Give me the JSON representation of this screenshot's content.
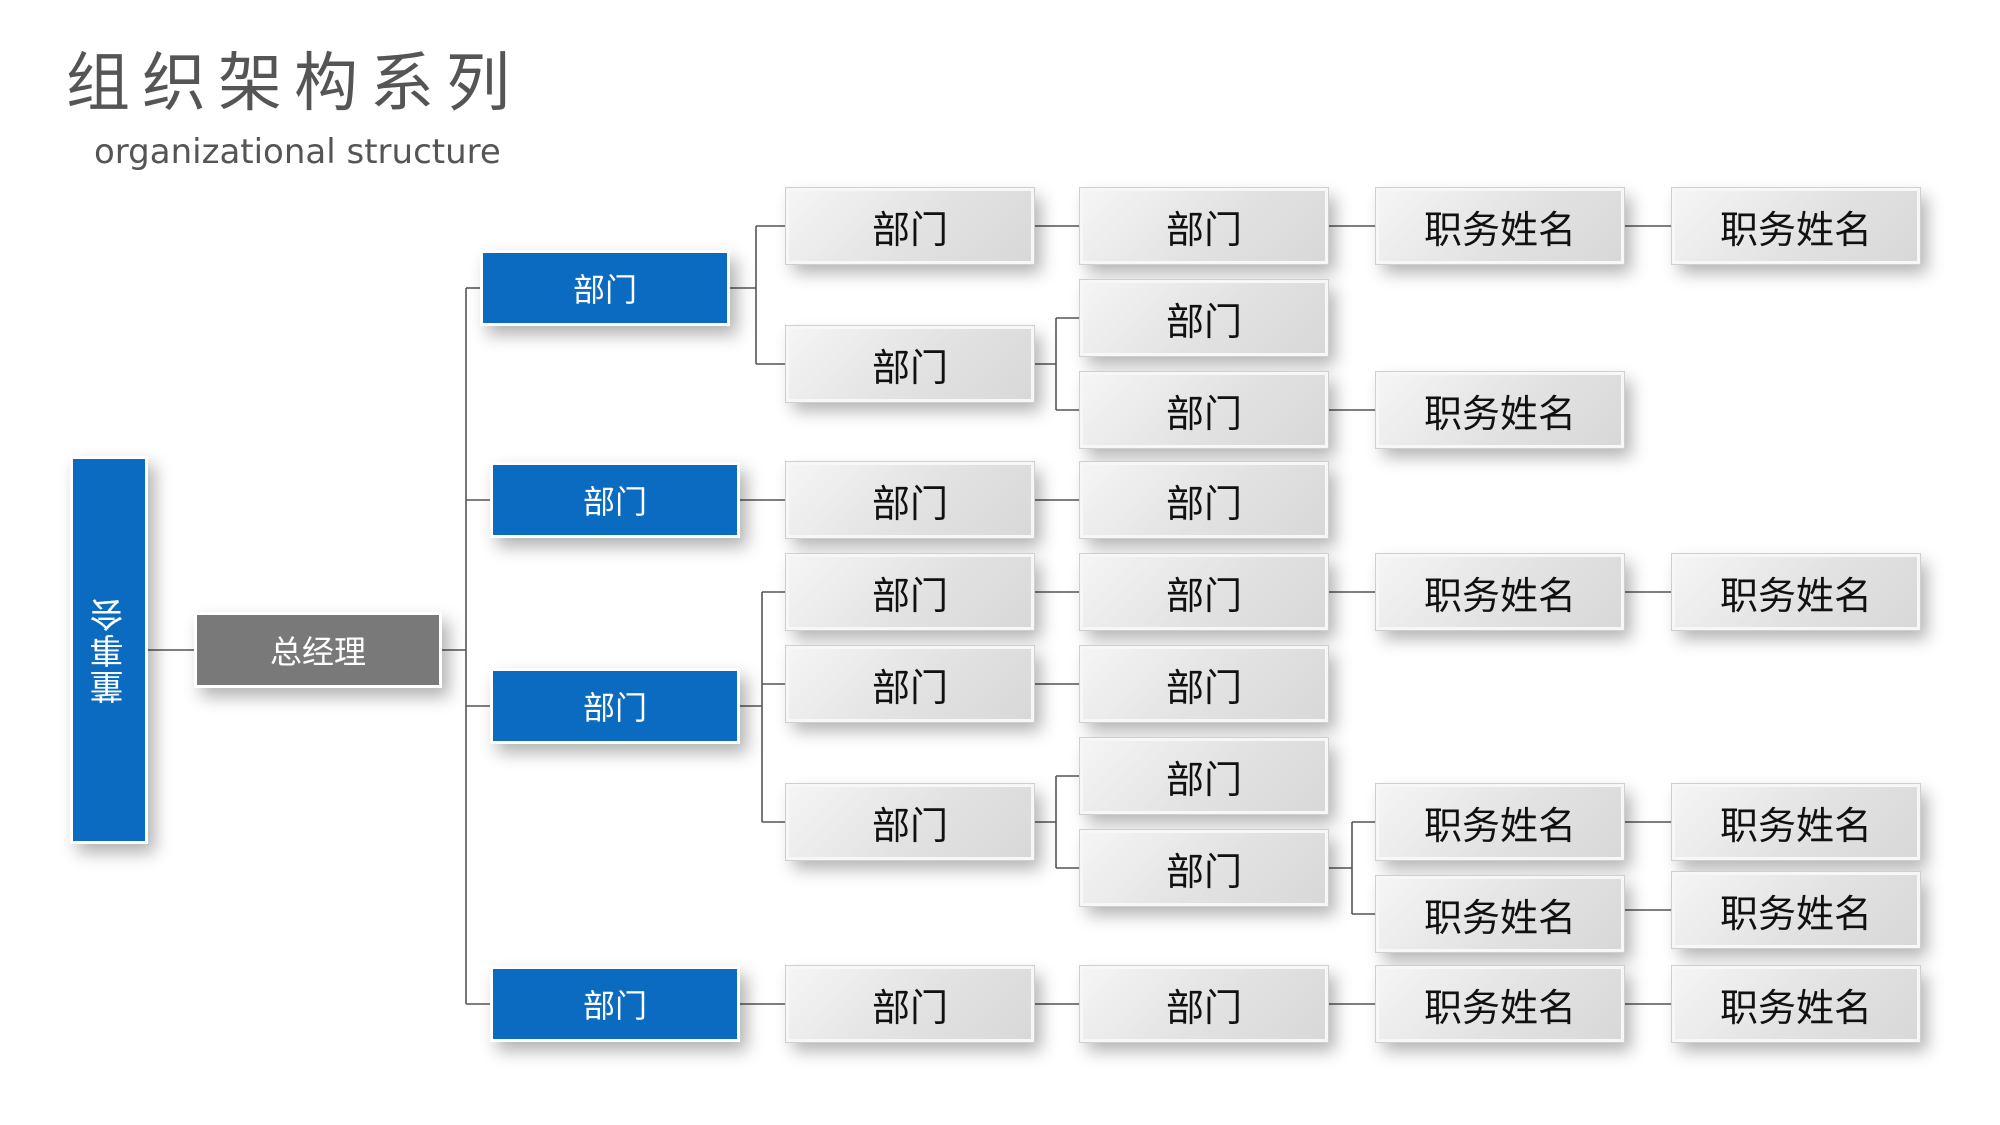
{
  "header": {
    "title": "组织架构系列",
    "subtitle": "organizational structure"
  },
  "colors": {
    "blue": "#0a6bc1",
    "dark_gray": "#797979",
    "line": "#555555"
  },
  "nodes": {
    "board": "董事会",
    "gm": "总经理",
    "dept_label": "部门",
    "position_label": "职务姓名"
  }
}
